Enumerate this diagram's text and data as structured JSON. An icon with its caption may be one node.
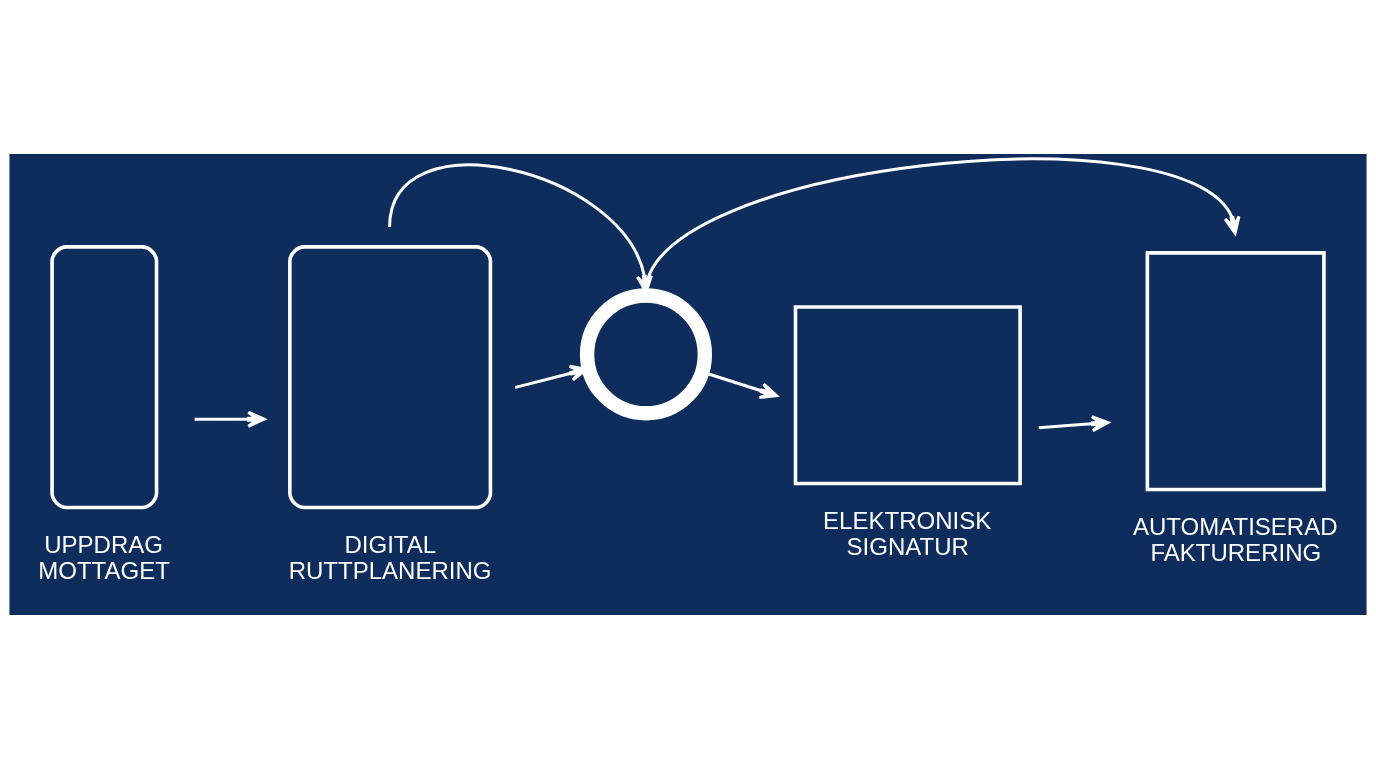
{
  "diagram": {
    "nodes": [
      {
        "text": [
          "UPPDRAG MOTTAGET"
        ]
      },
      {
        "text": [
          "DIGITAL RUTTPLANERING"
        ]
      },
      {
        "text": [],
        "shape": "picture"
      },
      {
        "text": [
          "ELEKTRONISK SIGNATUR"
        ]
      },
      {
        "text": [
          "AUTOMATISERAD FAKTURERING"
        ]
      }
    ],
    "edges": [
      {
        "from": 0,
        "to": 1,
        "arrow": "to"
      },
      {
        "from": 1,
        "to": 2,
        "arrow": "to"
      },
      {
        "from": 1,
        "to": 2,
        "arrow": "to"
      },
      {
        "from": 2,
        "to": 3,
        "arrow": "to"
      },
      {
        "from": 3,
        "to": 4,
        "arrow": "to"
      },
      {
        "from": 2,
        "to": 4,
        "arrow": "to"
      }
    ]
  }
}
